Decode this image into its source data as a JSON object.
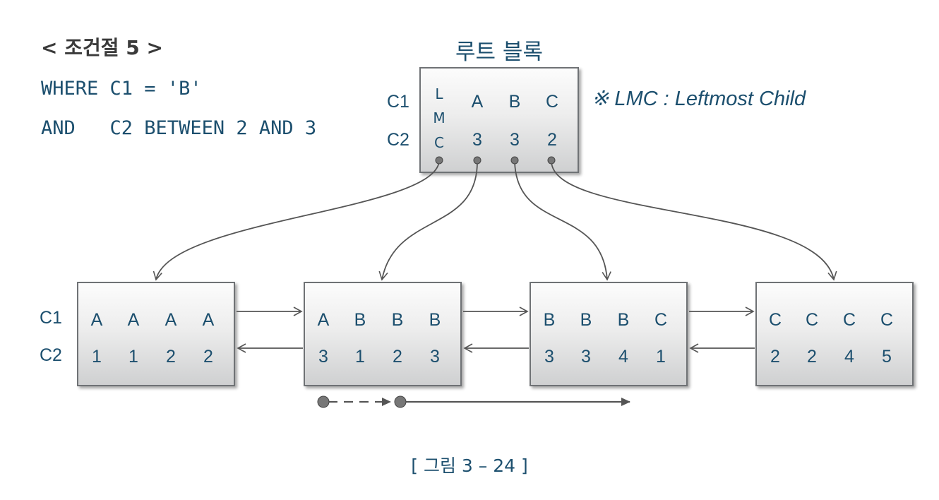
{
  "condition_title": "< 조건절 5 >",
  "sql": {
    "line1": "WHERE C1 = 'B'",
    "line2": "AND   C2 BETWEEN 2 AND 3"
  },
  "root": {
    "title": "루트 블록",
    "row_labels": [
      "C1",
      "C2"
    ],
    "lmc_letters": [
      "L",
      "M",
      "C"
    ],
    "c1": [
      "A",
      "B",
      "C"
    ],
    "c2": [
      "3",
      "3",
      "2"
    ]
  },
  "lmc_note": "※ LMC : Leftmost Child",
  "leaf_row_labels": [
    "C1",
    "C2"
  ],
  "leaves": [
    {
      "c1": [
        "A",
        "A",
        "A",
        "A"
      ],
      "c2": [
        "1",
        "1",
        "2",
        "2"
      ]
    },
    {
      "c1": [
        "A",
        "B",
        "B",
        "B"
      ],
      "c2": [
        "3",
        "1",
        "2",
        "3"
      ]
    },
    {
      "c1": [
        "B",
        "B",
        "B",
        "C"
      ],
      "c2": [
        "3",
        "3",
        "4",
        "1"
      ]
    },
    {
      "c1": [
        "C",
        "C",
        "C",
        "C"
      ],
      "c2": [
        "2",
        "2",
        "4",
        "5"
      ]
    }
  ],
  "caption": "[ 그림 3 – 24 ]",
  "colors": {
    "text": "#1c4f6e",
    "title_text": "#3a3a3a",
    "line": "#555555",
    "pointer": "#777777"
  }
}
